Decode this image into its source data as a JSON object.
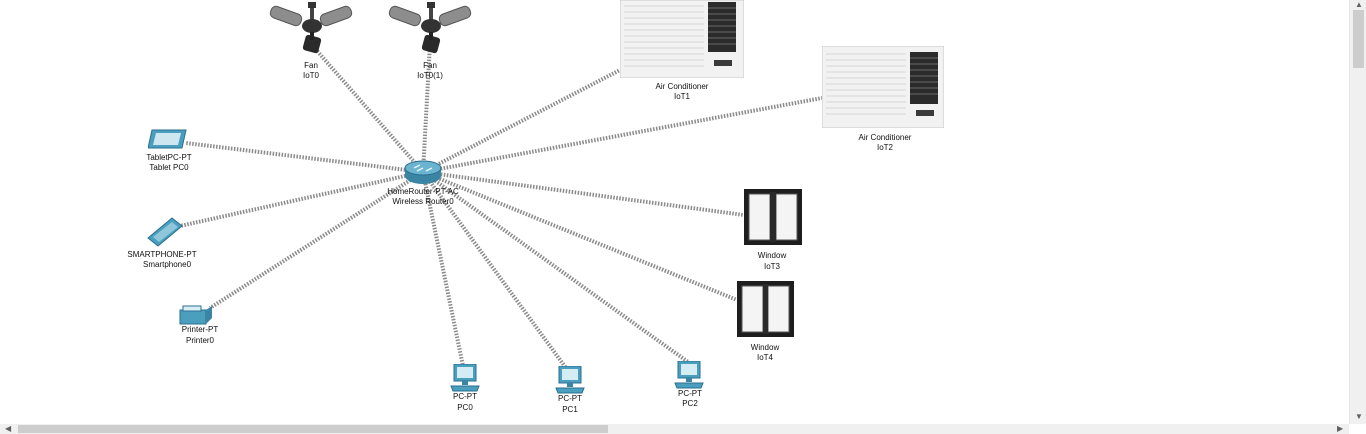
{
  "diagram": {
    "router": {
      "type": "HomeRouter-PT-AC",
      "name": "Wireless Router0"
    },
    "devices": [
      {
        "id": "fan0",
        "type": "Fan",
        "name": "IoT0"
      },
      {
        "id": "fan1",
        "type": "Fan",
        "name": "IoT0(1)"
      },
      {
        "id": "ac1",
        "type": "Air Conditioner",
        "name": "IoT1"
      },
      {
        "id": "ac2",
        "type": "Air Conditioner",
        "name": "IoT2"
      },
      {
        "id": "tablet",
        "type": "TabletPC-PT",
        "name": "Tablet PC0"
      },
      {
        "id": "phone",
        "type": "SMARTPHONE-PT",
        "name": "Smartphone0"
      },
      {
        "id": "printer",
        "type": "Printer-PT",
        "name": "Printer0"
      },
      {
        "id": "win3",
        "type": "Window",
        "name": "IoT3"
      },
      {
        "id": "win4",
        "type": "Window",
        "name": "IoT4"
      },
      {
        "id": "pc0",
        "type": "PC-PT",
        "name": "PC0"
      },
      {
        "id": "pc1",
        "type": "PC-PT",
        "name": "PC1"
      },
      {
        "id": "pc2",
        "type": "PC-PT",
        "name": "PC2"
      }
    ],
    "links": [
      "fan0",
      "fan1",
      "ac1",
      "ac2",
      "tablet",
      "phone",
      "printer",
      "win3",
      "win4",
      "pc0",
      "pc1",
      "pc2"
    ]
  },
  "colors": {
    "link": "#8a8a8a",
    "device_teal": "#4a9fbf",
    "frame_dark": "#1a1a1a"
  }
}
